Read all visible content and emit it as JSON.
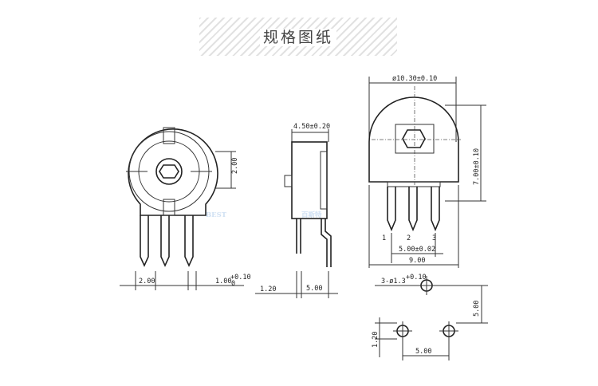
{
  "title": "规格图纸",
  "watermark": {
    "latin": "BEST",
    "cjk": "百斯特"
  },
  "front_view": {
    "dim_shaft": "2.00",
    "dim_left": "2.00",
    "dim_right": "1.00",
    "tol_upper": "+0.10",
    "tol_lower": "0"
  },
  "side_view": {
    "dim_thickness": "4.50±0.20",
    "dim_lead": "1.20",
    "dim_pitch": "5.00"
  },
  "rear_view": {
    "dim_diameter": "ø10.30±0.10",
    "dim_height": "7.00±0.10",
    "pin_labels": [
      "1",
      "2",
      "3"
    ],
    "dim_pin_span": "5.00±0.02",
    "dim_width": "9.00"
  },
  "pcb_layout": {
    "hole_spec": "3-ø1.3",
    "hole_tol": "+0.10",
    "dim_vertical": "5.00",
    "dim_offset": "1.20",
    "dim_horizontal": "5.00"
  },
  "colors": {
    "line": "#333333",
    "watermark": "#a9c8ea",
    "banner_stripe": "#e2e2e2"
  }
}
